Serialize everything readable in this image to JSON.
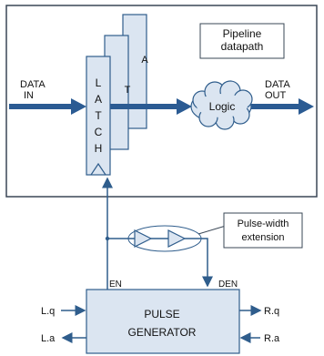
{
  "pipeline_label": {
    "line1": "Pipeline",
    "line2": "datapath"
  },
  "data_in": {
    "line1": "DATA",
    "line2": "IN"
  },
  "data_out": {
    "line1": "DATA",
    "line2": "OUT"
  },
  "latch_letters": [
    "L",
    "A",
    "T",
    "C",
    "H"
  ],
  "logic_label": "Logic",
  "pulse_width": {
    "line1": "Pulse-width",
    "line2": "extension"
  },
  "en_label": "EN",
  "den_label": "DEN",
  "pulse_generator": {
    "line1": "PULSE",
    "line2": "GENERATOR"
  },
  "ports": {
    "lq": "L.q",
    "la": "L.a",
    "rq": "R.q",
    "ra": "R.a"
  },
  "colors": {
    "box_fill": "#dbe5f1",
    "line": "#2f5d8c",
    "thick_arrow": "#2b5b93",
    "border": "#3a4756"
  }
}
